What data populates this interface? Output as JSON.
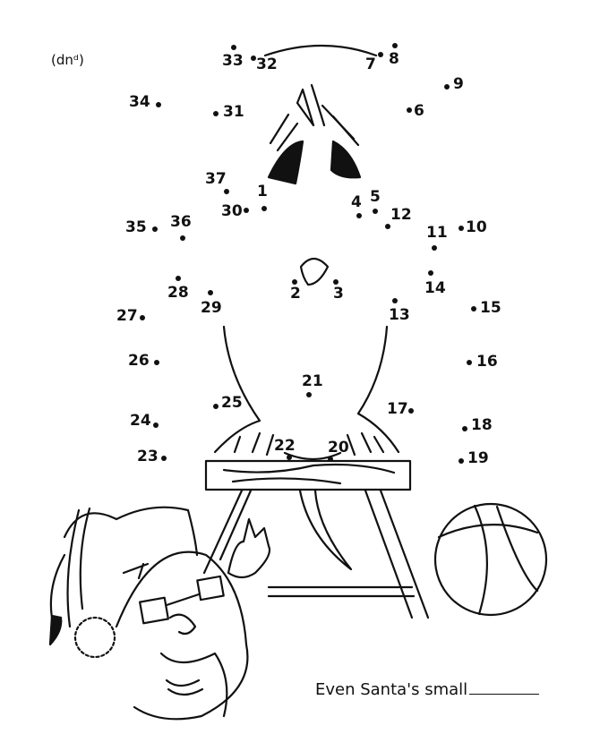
{
  "corner_text": "(dnᵈ)",
  "caption": {
    "text": "Even Santa's small",
    "blank": ""
  },
  "points": [
    "1",
    "2",
    "3",
    "4",
    "5",
    "6",
    "7",
    "8",
    "9",
    "10",
    "11",
    "12",
    "13",
    "14",
    "15",
    "16",
    "17",
    "18",
    "19",
    "20",
    "21",
    "22",
    "23",
    "24",
    "25",
    "26",
    "27",
    "28",
    "29",
    "30",
    "31",
    "32",
    "33",
    "34",
    "35",
    "36",
    "37"
  ],
  "icons": {
    "elf": "elf-figure-icon",
    "ball": "beach-ball-icon",
    "bench": "bench-icon",
    "walrus": "walrus-outline-icon"
  }
}
